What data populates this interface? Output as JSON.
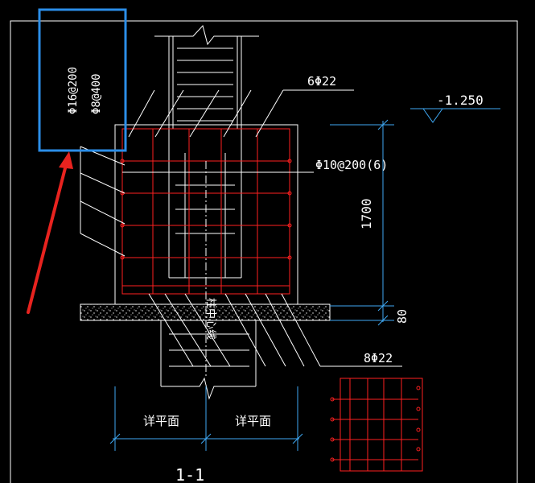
{
  "labels": {
    "bar_top": "6Φ22",
    "elevation": "-1.250",
    "stirrup": "Φ10@200(6)",
    "height": "1700",
    "pad_thickness": "80",
    "bar_bottom": "8Φ22",
    "rebar_a": "Φ16@200",
    "rebar_b": "Φ8@400",
    "centerline": "柱中心线",
    "detail_left": "详平面",
    "detail_right": "详平面",
    "section": "1-1"
  },
  "colors": {
    "background": "#000000",
    "lines": "#ffffff",
    "rebar": "#ff2020",
    "dimension": "#3fa9f5",
    "highlight_box": "#2b8ee8",
    "arrow": "#e8231f"
  }
}
